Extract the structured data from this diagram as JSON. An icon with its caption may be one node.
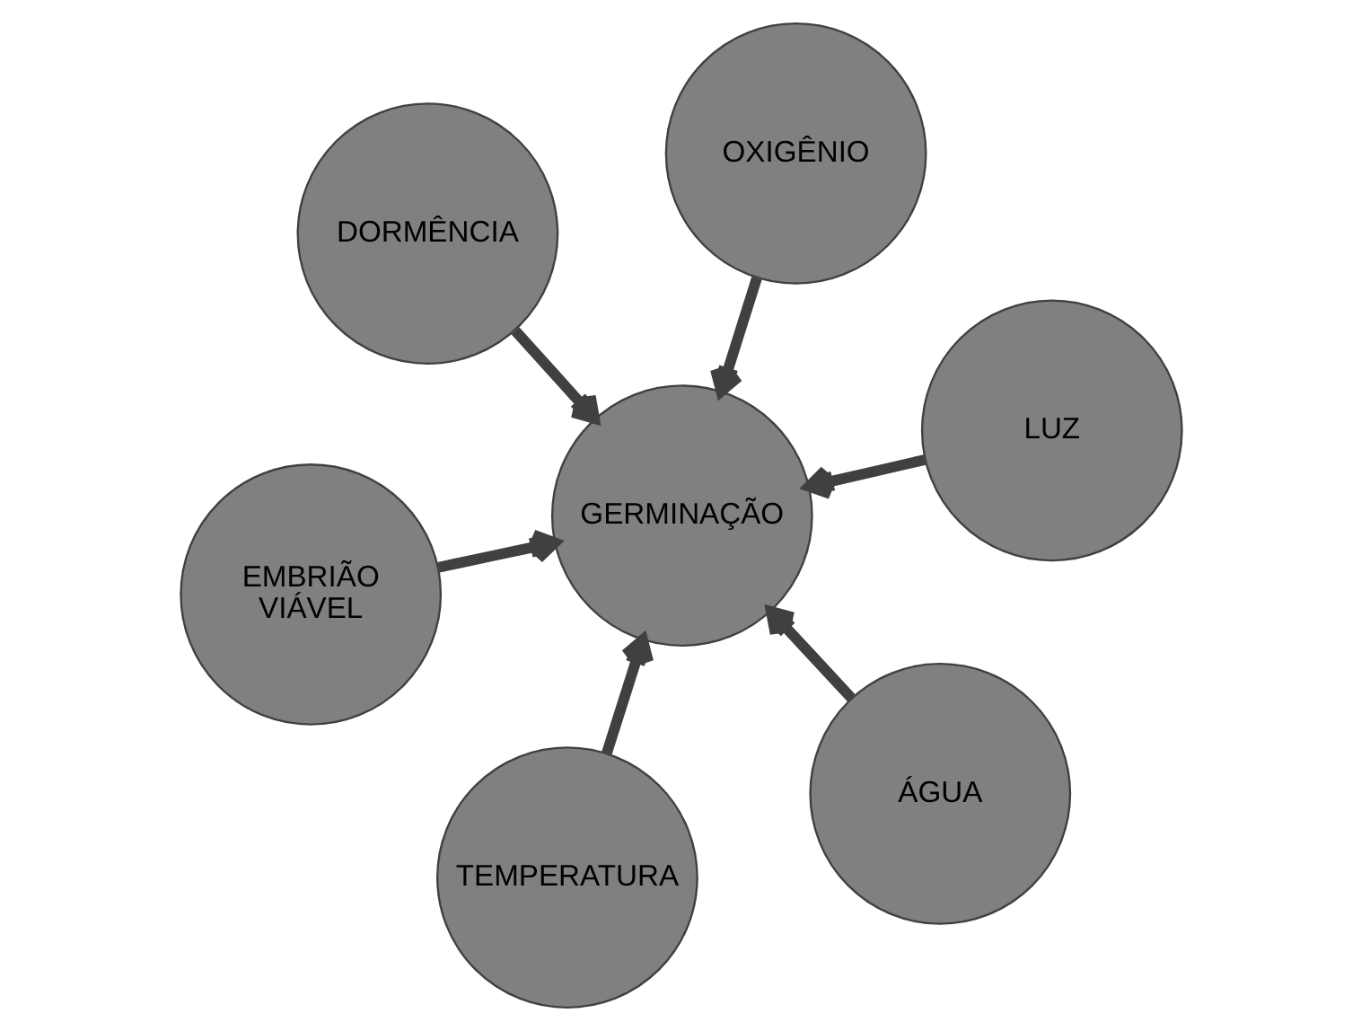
{
  "diagram": {
    "nodes": [
      {
        "text": [
          "EMBRIÃO VIÁVEL"
        ]
      },
      {
        "text": [
          "ÁGUA"
        ]
      },
      {
        "text": [
          "GERMINAÇÃO"
        ]
      },
      {
        "text": [
          "DORMÊNCIA"
        ]
      },
      {
        "text": [
          "LUZ"
        ]
      },
      {
        "text": [
          "OXIGÊNIO"
        ]
      },
      {
        "text": [
          "TEMPERATURA"
        ]
      }
    ],
    "edges": [
      {
        "from": 0,
        "to": 2,
        "arrow": "to"
      },
      {
        "from": 1,
        "to": 2,
        "arrow": "to"
      },
      {
        "from": 3,
        "to": 2,
        "arrow": "to"
      },
      {
        "from": 4,
        "to": 2,
        "arrow": "to"
      },
      {
        "from": 5,
        "to": 2,
        "arrow": "to"
      },
      {
        "from": 6,
        "to": 2,
        "arrow": "to"
      }
    ]
  }
}
